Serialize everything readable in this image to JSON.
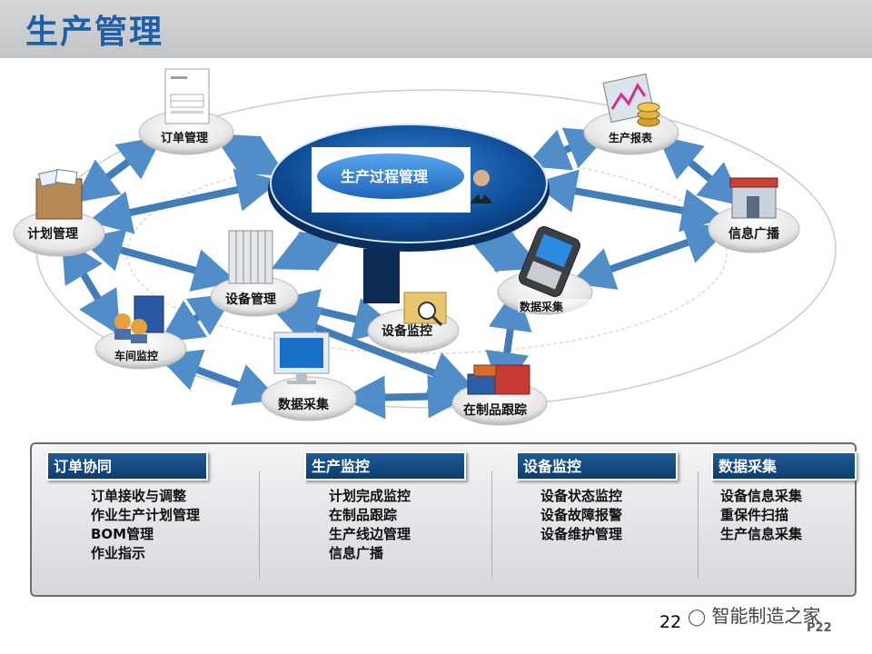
{
  "header": {
    "title": "生产管理"
  },
  "diagram": {
    "hub": "生产过程管理",
    "nodes": {
      "order": "订单管理",
      "plan": "计划管理",
      "equipment": "设备管理",
      "workshop": "车间监控",
      "collect_left": "数据采集",
      "equip_monitor": "设备监控",
      "wip": "在制品跟踪",
      "collect_right": "数据采集",
      "report": "生产报表",
      "broadcast": "信息广播"
    },
    "icons": {
      "order": "invoice-document-icon",
      "plan": "file-box-icon",
      "equipment": "server-rack-icon",
      "workshop": "workers-icon",
      "collect_left": "monitor-icon",
      "equip_monitor": "folder-search-icon",
      "wip": "shipping-containers-icon",
      "collect_right": "mobile-phone-icon",
      "report": "chart-coins-icon",
      "broadcast": "storefront-icon",
      "hub": "manager-icon"
    }
  },
  "panel": {
    "columns": [
      {
        "title": "订单协同",
        "items": [
          "订单接收与调整",
          "作业生产计划管理",
          "BOM管理",
          "作业指示"
        ]
      },
      {
        "title": "生产监控",
        "items": [
          "计划完成监控",
          "在制品跟踪",
          "生产线边管理",
          "信息广播"
        ]
      },
      {
        "title": "设备监控",
        "items": [
          "设备状态监控",
          "设备故障报警",
          "设备维护管理"
        ]
      },
      {
        "title": "数据采集",
        "items": [
          "设备信息采集",
          "重保件扫描",
          "生产信息采集"
        ]
      }
    ]
  },
  "footer": {
    "page_number": "22",
    "watermark": "智能制造之家",
    "page_code": "P22"
  },
  "colors": {
    "title_blue": "#1f5fa8",
    "arrow_blue": "#2e6fb0",
    "hub_blue": "#0f4f9a",
    "panel_header": "#0d3d6d"
  }
}
